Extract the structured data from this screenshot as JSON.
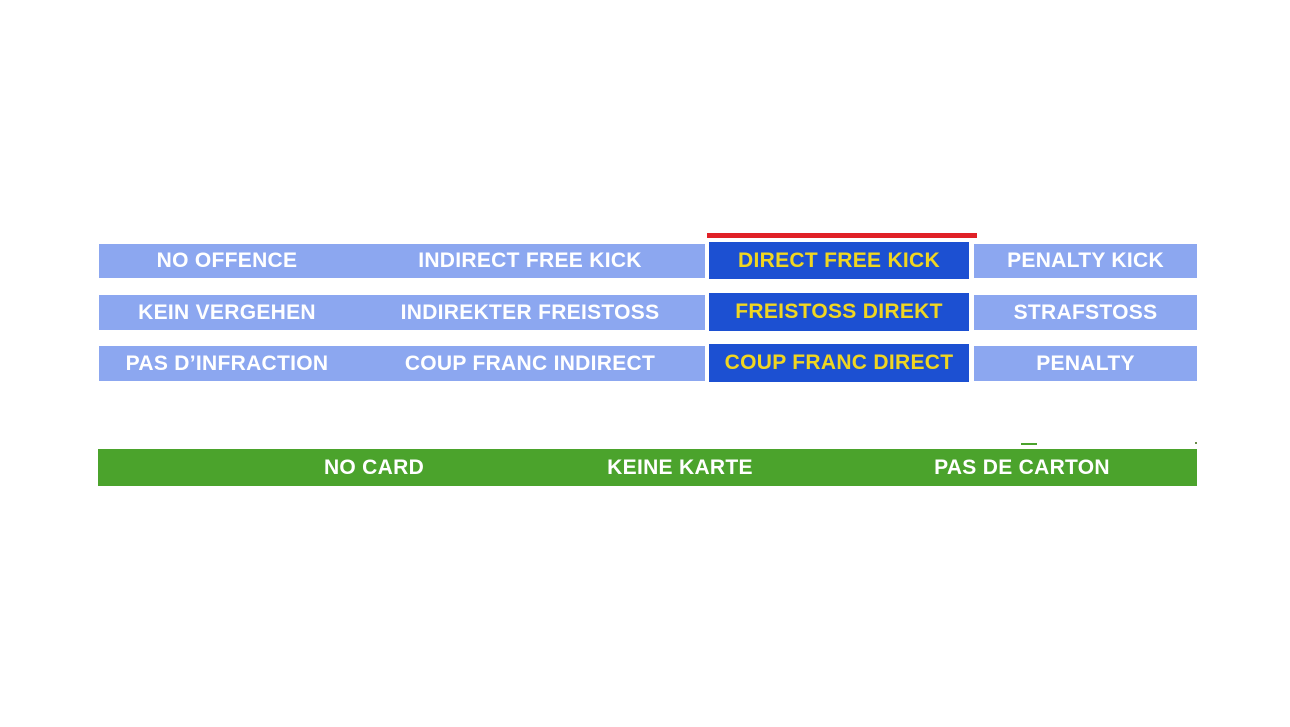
{
  "palette": {
    "light_blue": "#8CA7F0",
    "dark_blue": "#1C50D2",
    "yellow": "#F0D621",
    "red": "#E02127",
    "green": "#4BA32C",
    "text_white": "#FFFFFF"
  },
  "grid": {
    "rows": [
      {
        "language": "english",
        "cells": [
          {
            "label": "NO OFFENCE",
            "selected": false
          },
          {
            "label": "INDIRECT FREE KICK",
            "selected": false
          },
          {
            "label": "DIRECT FREE KICK",
            "selected": true
          },
          {
            "label": "PENALTY KICK",
            "selected": false
          }
        ]
      },
      {
        "language": "german",
        "cells": [
          {
            "label": "KEIN VERGEHEN",
            "selected": false
          },
          {
            "label": "INDIREKTER FREISTOSS",
            "selected": false
          },
          {
            "label": "FREISTOSS DIREKT",
            "selected": true
          },
          {
            "label": "STRAFSTOSS",
            "selected": false
          }
        ]
      },
      {
        "language": "french",
        "cells": [
          {
            "label": "PAS D’INFRACTION",
            "selected": false
          },
          {
            "label": "COUP FRANC INDIRECT",
            "selected": false
          },
          {
            "label": "COUP FRANC DIRECT",
            "selected": true
          },
          {
            "label": "PENALTY",
            "selected": false
          }
        ]
      }
    ]
  },
  "card_bar": {
    "labels": [
      "NO CARD",
      "KEINE KARTE",
      "PAS DE CARTON"
    ]
  }
}
